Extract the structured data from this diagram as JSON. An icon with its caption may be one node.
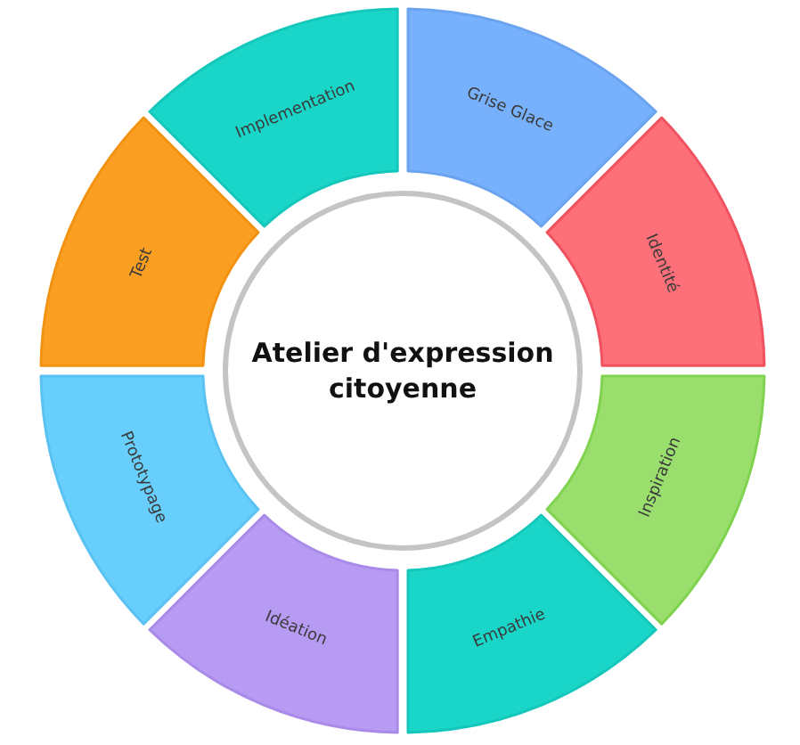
{
  "diagram": {
    "nodes": [
      {
        "text": [
          "Atelier d'expression citoyenne"
        ]
      },
      {
        "text": [
          "Grise Glace"
        ]
      },
      {
        "text": [
          "Identité"
        ]
      },
      {
        "text": [
          "Inspiration"
        ]
      },
      {
        "text": [
          "Empathie"
        ]
      },
      {
        "text": [
          "Idéation"
        ]
      },
      {
        "text": [
          "Prototypage"
        ]
      },
      {
        "text": [
          "Test"
        ]
      },
      {
        "text": [
          "Implementation"
        ]
      }
    ]
  }
}
